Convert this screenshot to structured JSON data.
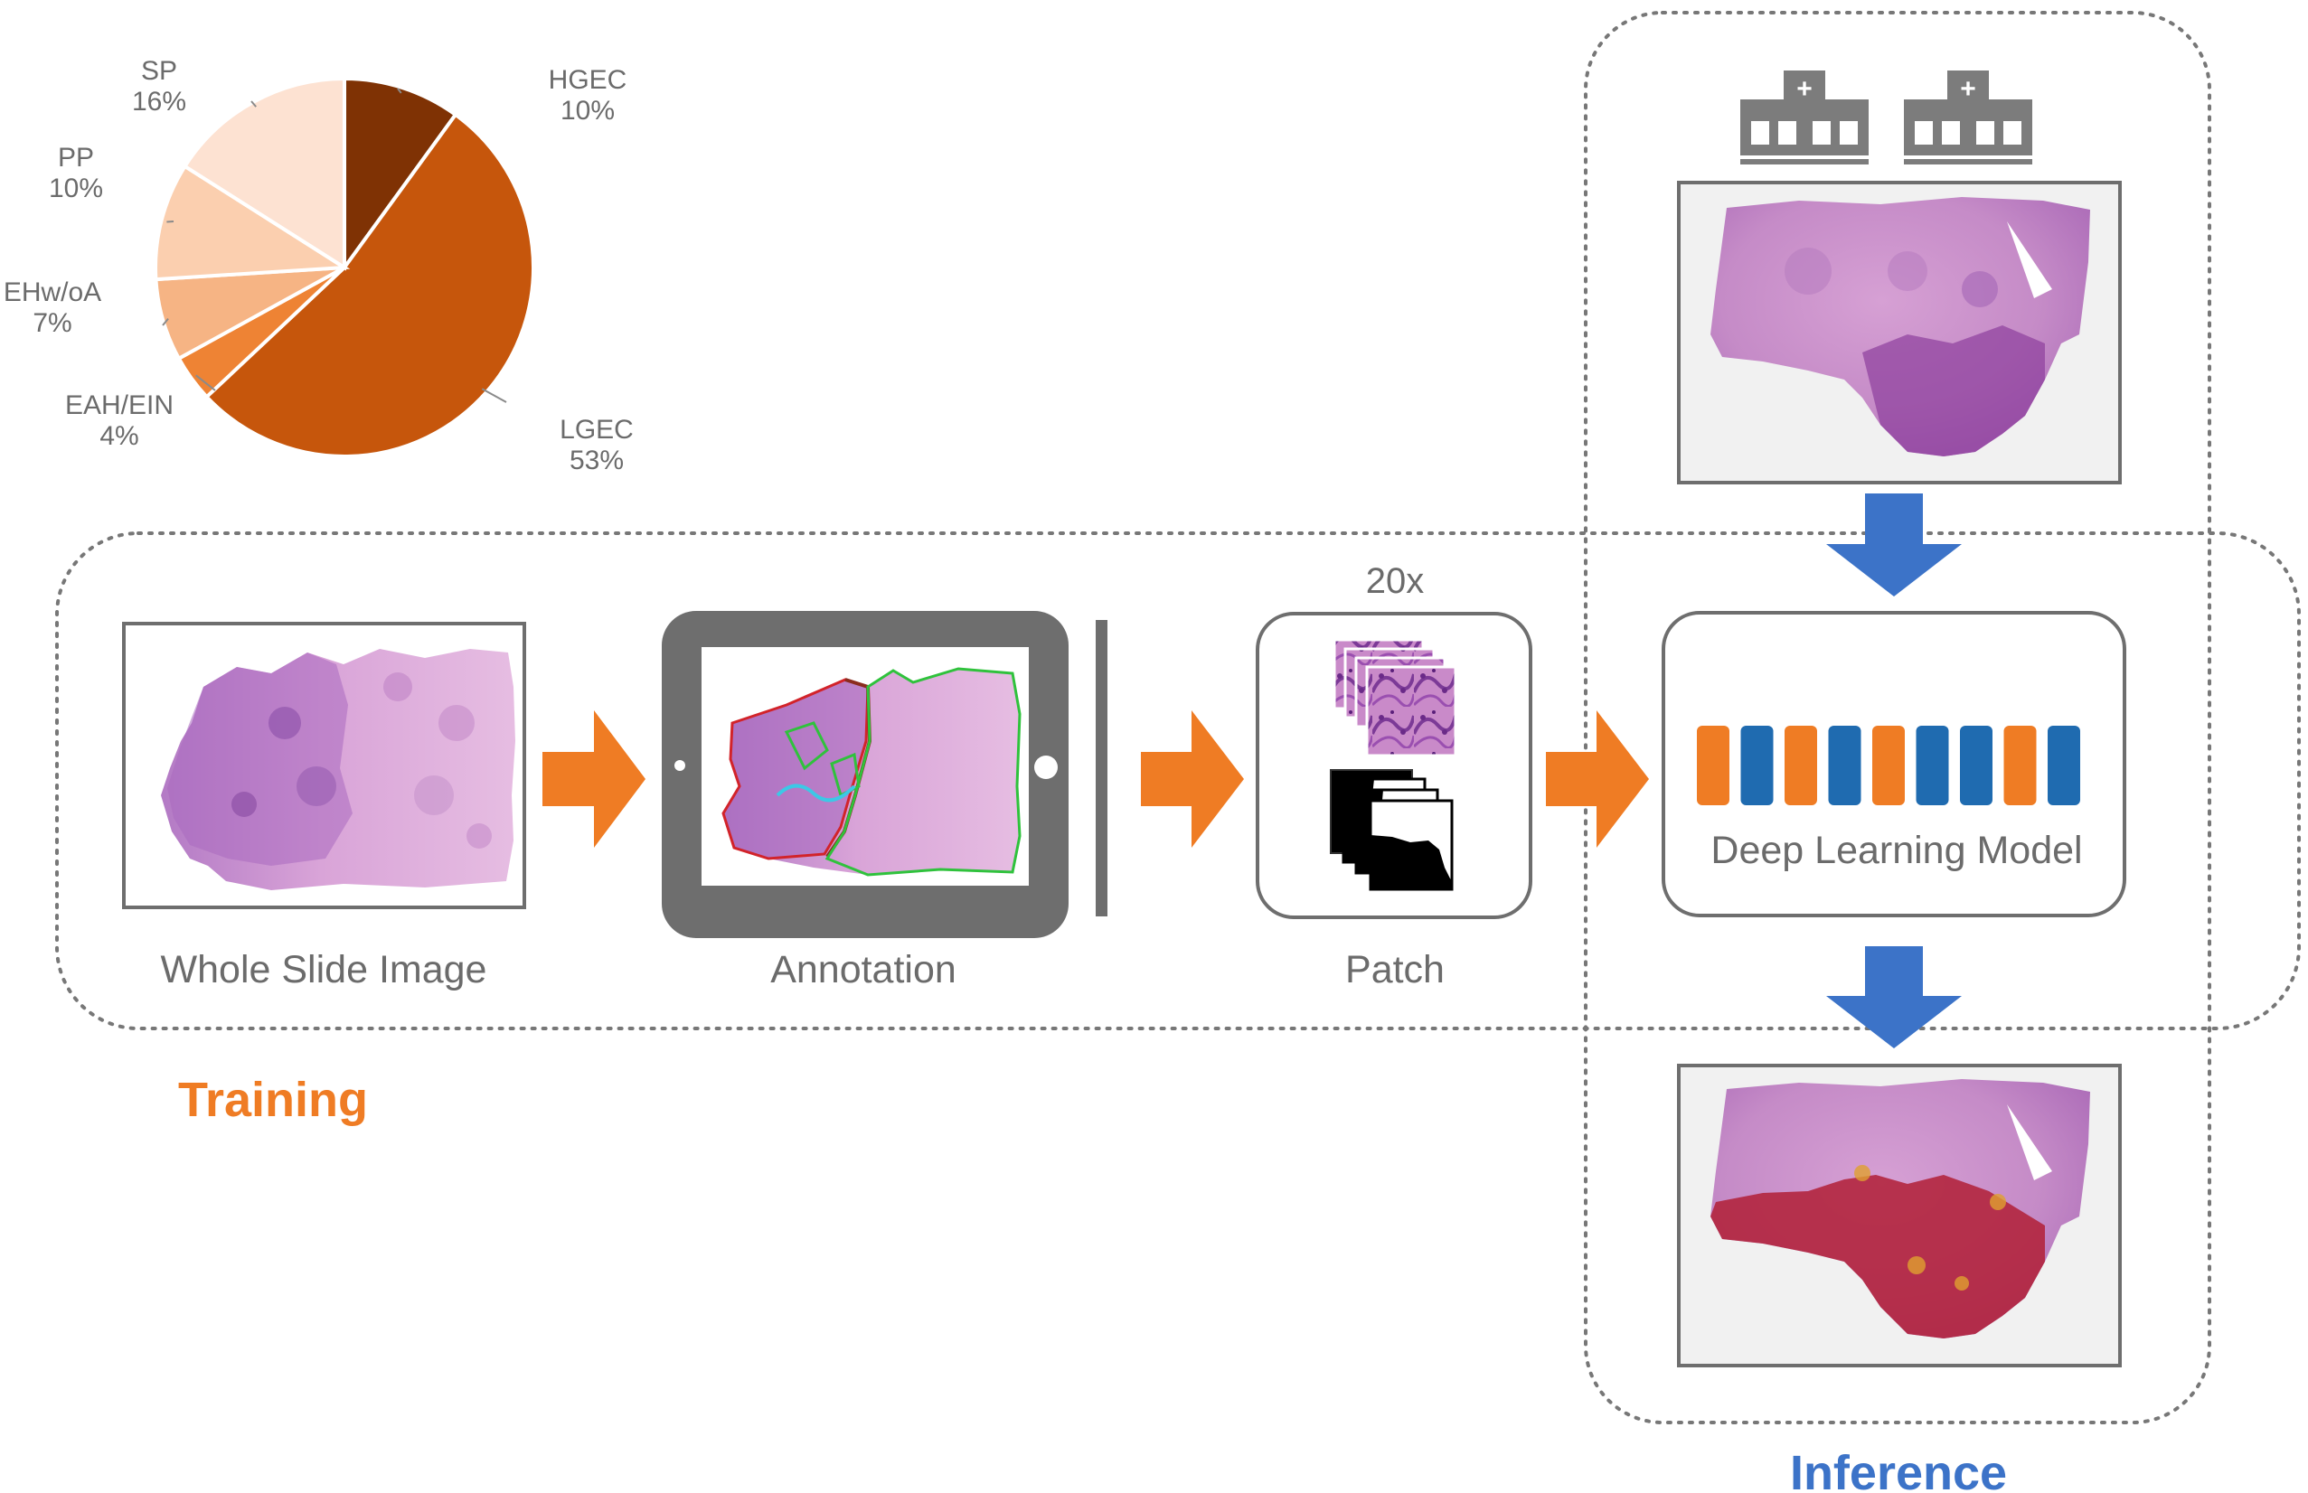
{
  "pie_chart": {
    "type": "pie",
    "slices": [
      {
        "name": "HGEC",
        "percent_label": "10%",
        "value": 10,
        "color": "#7f3204"
      },
      {
        "name": "LGEC",
        "percent_label": "53%",
        "value": 53,
        "color": "#c6560c"
      },
      {
        "name": "EAH/EIN",
        "percent_label": "4%",
        "value": 4,
        "color": "#ee8334"
      },
      {
        "name": "EHw/oA",
        "percent_label": "7%",
        "value": 7,
        "color": "#f6b484"
      },
      {
        "name": "PP",
        "percent_label": "10%",
        "value": 10,
        "color": "#fbcfaf"
      },
      {
        "name": "SP",
        "percent_label": "16%",
        "value": 16,
        "color": "#fde2d2"
      }
    ]
  },
  "training": {
    "section_label": "Training",
    "steps": {
      "wsi": "Whole Slide Image",
      "annotation": "Annotation",
      "patch_magnification": "20x",
      "patch": "Patch"
    }
  },
  "inference": {
    "section_label": "Inference",
    "model_label": "Deep Learning Model",
    "model_bar_colors": [
      "orange",
      "blue",
      "orange",
      "blue",
      "orange",
      "blue",
      "blue",
      "orange",
      "blue"
    ]
  },
  "colors": {
    "training_accent": "#ef7c24",
    "inference_accent": "#3c73c8",
    "model_orange": "#ef7c24",
    "model_blue": "#1f6bb0",
    "border_gray": "#6e6e6e",
    "tissue_pink": "#d99ad6",
    "tissue_purple": "#9b5fb0",
    "prediction_red": "#b2223a"
  },
  "icons": [
    "hospital-icon",
    "hospital-icon"
  ]
}
